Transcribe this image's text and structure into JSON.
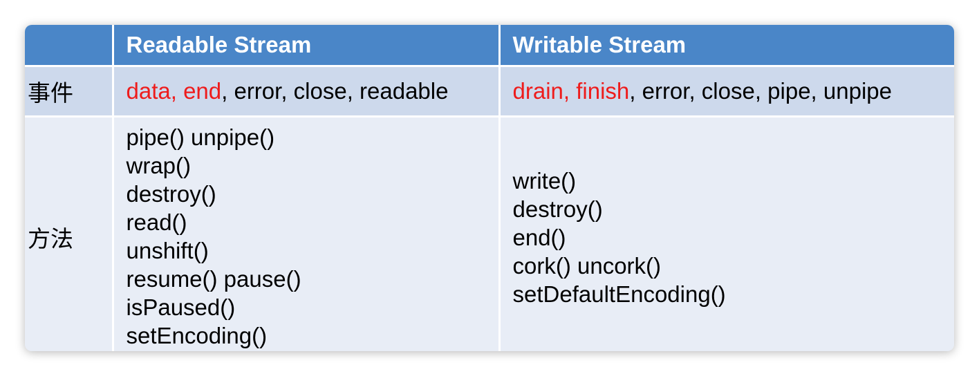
{
  "table": {
    "headers": [
      "",
      "Readable Stream",
      "Writable Stream"
    ],
    "rows": {
      "events": {
        "label": "事件",
        "readable": {
          "highlighted": "data, end",
          "rest": ", error, close, readable"
        },
        "writable": {
          "highlighted": "drain, finish",
          "rest": ", error, close, pipe, unpipe"
        }
      },
      "methods": {
        "label": "方法",
        "readable": [
          "pipe() unpipe()",
          "wrap()",
          "destroy()",
          "read()",
          "unshift()",
          "resume() pause()",
          "isPaused()",
          "setEncoding()"
        ],
        "writable": [
          "write()",
          "destroy()",
          "end()",
          "cork() uncork()",
          "setDefaultEncoding()"
        ]
      }
    }
  },
  "colors": {
    "header_bg": "#4a86c8",
    "events_row_bg": "#cdd9ec",
    "methods_row_bg": "#e8edf6",
    "highlight": "#ee1c1c"
  }
}
